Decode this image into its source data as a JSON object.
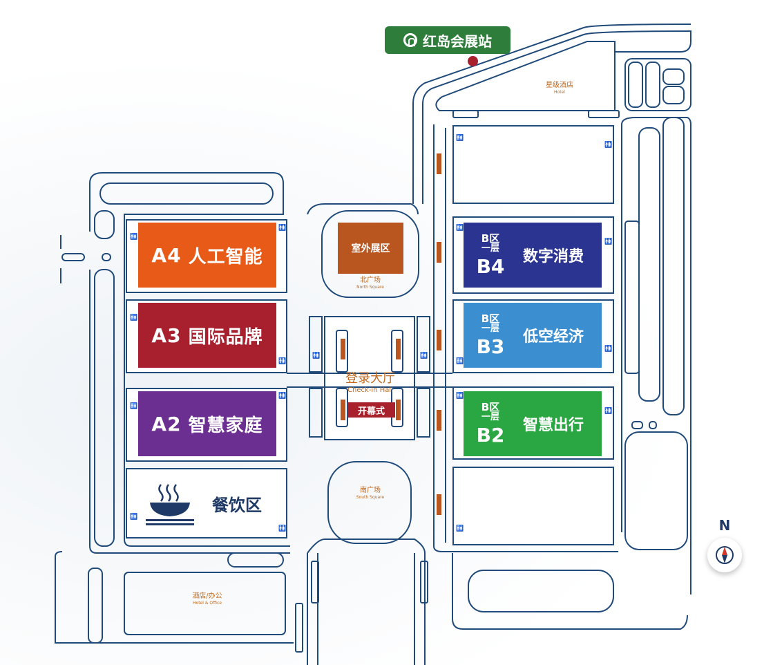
{
  "station": {
    "label": "红岛会展站",
    "icon": "metro-icon"
  },
  "hotel_top": {
    "cn": "星级酒店",
    "en": "Hotel"
  },
  "hotel_bottom": {
    "cn": "酒店/办公",
    "en": "Hotel & Office"
  },
  "north_square": {
    "cn": "北广场",
    "en": "North Square"
  },
  "south_square": {
    "cn": "南广场",
    "en": "South Square"
  },
  "outdoor_area": "室外展区",
  "checkin_hall": {
    "cn": "登录大厅",
    "en": "Check-in Hall"
  },
  "opening": "开幕式",
  "halls_a": [
    {
      "code": "A4",
      "name": "人工智能",
      "color": "#e85a17"
    },
    {
      "code": "A3",
      "name": "国际品牌",
      "color": "#a81f2d"
    },
    {
      "code": "A2",
      "name": "智慧家庭",
      "color": "#6a2f91"
    }
  ],
  "halls_b": [
    {
      "zone": "B区",
      "floor": "一层",
      "code": "B4",
      "name": "数字消费",
      "color": "#2b3591"
    },
    {
      "zone": "B区",
      "floor": "一层",
      "code": "B3",
      "name": "低空经济",
      "color": "#3b8fd0"
    },
    {
      "zone": "B区",
      "floor": "一层",
      "code": "B2",
      "name": "智慧出行",
      "color": "#2aa642"
    }
  ],
  "food": {
    "label": "餐饮区",
    "icon": "noodle-bowl-icon"
  },
  "compass": {
    "label": "N",
    "icon": "compass-icon"
  },
  "restroom_symbol": "🚻"
}
